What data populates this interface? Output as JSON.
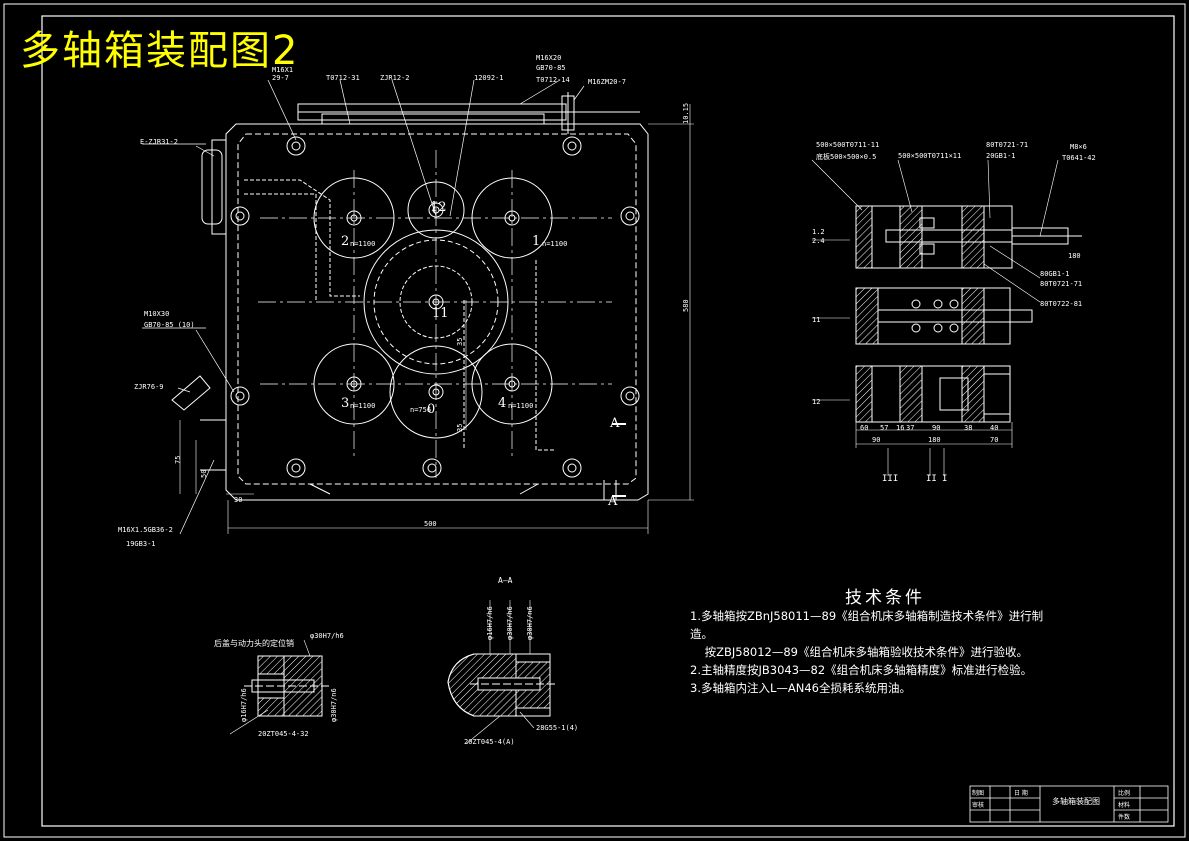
{
  "title": "多轴箱装配图2",
  "main_view": {
    "callouts": [
      "M16X20",
      "GB70-85",
      "T0712-14",
      "M16ZM20-7",
      "M16X1",
      "29-7",
      "T0712-31",
      "ZJR12-2",
      "12092-1",
      "E-ZJR31-2",
      "M10X30",
      "GB70-85 (10)",
      "ZJR76-9",
      "M16X1.5GB36-2",
      "19GB3-1"
    ],
    "dims": [
      "10.15",
      "500",
      "580",
      "30",
      "75",
      "35",
      "50",
      "35"
    ],
    "shafts": [
      {
        "id": "0",
        "speed": "n=756"
      },
      {
        "id": "1",
        "speed": "n=1100"
      },
      {
        "id": "2",
        "speed": "n=1100"
      },
      {
        "id": "3",
        "speed": "n=1100"
      },
      {
        "id": "4",
        "speed": "n=1100"
      },
      {
        "id": "11",
        "speed": ""
      },
      {
        "id": "12",
        "speed": ""
      }
    ],
    "section_mark": "A"
  },
  "side_view": {
    "callouts": [
      "500×500T0711-11",
      "底板500×500×0.5",
      "500×500T0711×11",
      "80T0721-71",
      "20GB1-1",
      "M8×6",
      "T0641-42",
      "80GB1-1",
      "80T0721-71",
      "80T0722-81"
    ],
    "row_labels": [
      "1.2",
      "2.4",
      "11",
      "12"
    ],
    "dims_top": [
      "60",
      "57",
      "16",
      "37",
      "90",
      "38",
      "40"
    ],
    "dims_bottom": [
      "90",
      "180",
      "70"
    ],
    "dim_side": "180",
    "roman": [
      "III",
      "II",
      "I"
    ]
  },
  "detail_left": {
    "caption": "后盖与动力头的定位销",
    "fit_top": "φ30H7/h6",
    "fit_left": "φ16H7/h6",
    "fit_right": "φ30H7/n6",
    "part": "20ZT045-4-32"
  },
  "detail_aa": {
    "caption": "A—A",
    "fits": [
      "φ16H7/h6",
      "φ30H7/h6",
      "φ30H7/n6"
    ],
    "part_left": "20ZT045-4(A)",
    "part_right": "28G55-1(4)"
  },
  "tech_requirements": {
    "title": "技术条件",
    "lines": [
      "1.多轴箱按ZBnJ58011—89《组合机床多轴箱制造技术条件》进行制",
      "造。",
      "    按ZBJ58012—89《组合机床多轴箱验收技术条件》进行验收。",
      "2.主轴精度按JB3043—82《组合机床多轴箱精度》标准进行检验。",
      "3.多轴箱内注入L—AN46全损耗系统用油。"
    ]
  },
  "title_block": {
    "drawing_name": "多轴箱装配图",
    "cells": [
      "制图",
      "审核",
      "日 期",
      "比例",
      "材料",
      "件数"
    ]
  },
  "colors": {
    "background": "#000000",
    "line": "#ffffff",
    "title": "#ffff00"
  }
}
